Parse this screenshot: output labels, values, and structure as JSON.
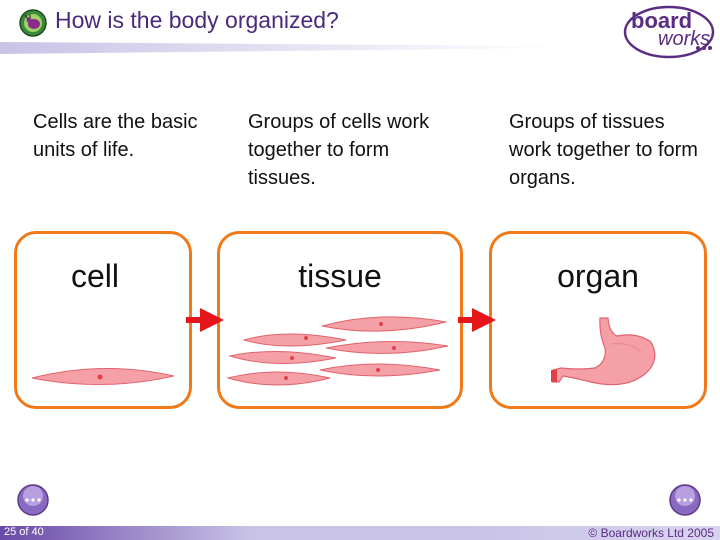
{
  "header": {
    "title": "How is the body organized?",
    "logo_top": "board",
    "logo_bottom": "works"
  },
  "columns": [
    {
      "description": "Cells are the basic units of life.",
      "label": "cell"
    },
    {
      "description": "Groups of cells work together to form tissues.",
      "label": "tissue"
    },
    {
      "description": "Groups of tissues work together to form organs.",
      "label": "organ"
    }
  ],
  "footer": {
    "page": "25 of 40",
    "copyright": "© Boardworks Ltd 2005"
  },
  "colors": {
    "title": "#4a2a7a",
    "box_border": "#f07a1a",
    "arrow": "#e8141c",
    "cell_fill": "#f4a0a6",
    "nucleus": "#e0404a"
  },
  "icons": {
    "title": "bug-icon",
    "nav_prev": "previous-icon",
    "nav_next": "next-icon"
  }
}
